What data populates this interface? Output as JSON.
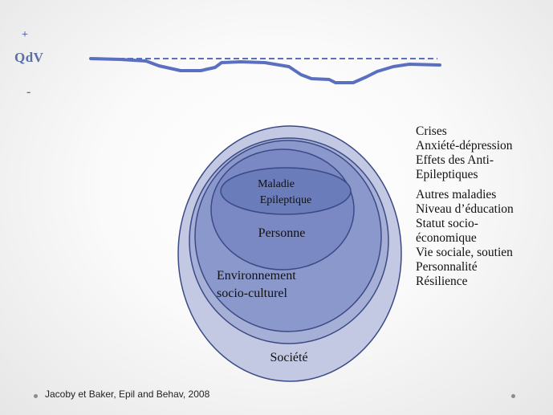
{
  "qol_axis": {
    "plus": "+",
    "label": "QdV",
    "minus": "-"
  },
  "circles": {
    "societe": "Société",
    "environnement_line1": "Environnement",
    "environnement_line2": "socio-culturel",
    "personne": "Personne",
    "maladie_line1": "Maladie",
    "maladie_line2": "Epileptique"
  },
  "factors": {
    "disease_related": [
      "Crises",
      "Anxiété-dépression",
      "Effets des Anti-",
      "Epileptiques"
    ],
    "person_related": [
      "Autres maladies",
      "Niveau d’éducation",
      "Statut socio-",
      "économique",
      "Vie sociale, soutien",
      "Personnalité",
      "Résilience"
    ]
  },
  "citation": "Jacoby et Baker, Epil and Behav, 2008",
  "colors": {
    "line": "#5a6fc0",
    "ring_outer": "#c3c9e3",
    "ring_2": "#a6b0d6",
    "ring_3": "#8a98cb",
    "ring_4": "#7a89c3",
    "ring_inner": "#6b7cbb",
    "stroke": "#3b4a86"
  }
}
